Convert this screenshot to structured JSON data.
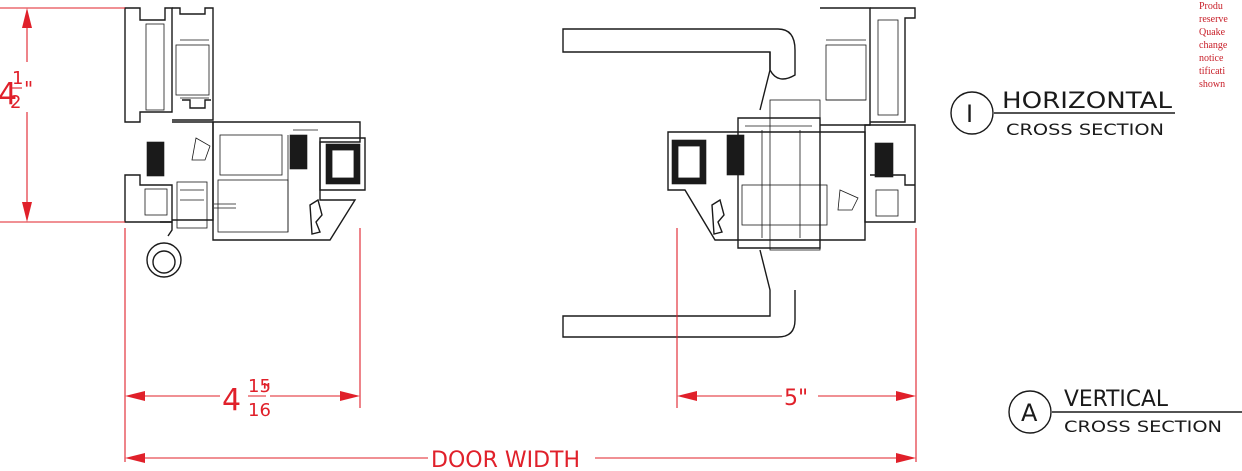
{
  "dimensions": {
    "height_whole": "4",
    "height_frac_num": "1",
    "height_frac_den": "2",
    "height_unit": "\"",
    "left_whole": "4",
    "left_frac_num": "15",
    "left_frac_den": "16",
    "left_unit": "\"",
    "right_value": "5\"",
    "door_width": "DOOR WIDTH"
  },
  "labels": {
    "horizontal": {
      "marker": "I",
      "title": "HORIZONTAL",
      "subtitle": "CROSS SECTION"
    },
    "vertical": {
      "marker": "A",
      "title": "VERTICAL",
      "subtitle": "CROSS SECTION"
    }
  },
  "note_lines": [
    "Produ",
    "reserve",
    "Quake",
    "change",
    "notice",
    "tificati",
    "shown"
  ],
  "colors": {
    "dimension": "#e0202a",
    "linework": "#1a1a1a",
    "note": "#c8202a"
  }
}
